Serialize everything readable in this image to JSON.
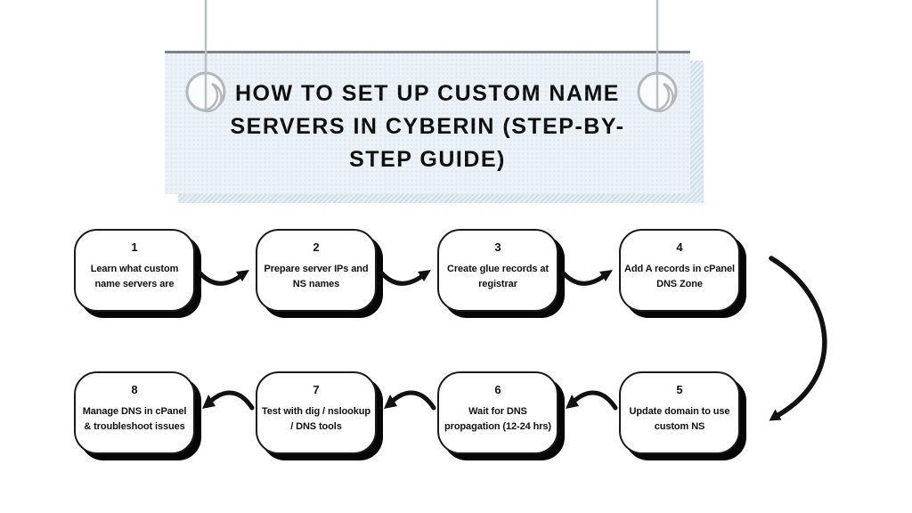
{
  "banner": {
    "title": "HOW TO SET UP CUSTOM NAME\nSERVERS IN CYBERIN (STEP-BY-\nSTEP GUIDE)"
  },
  "flow": {
    "steps": [
      {
        "number": "1",
        "label": "Learn what custom\nname servers are"
      },
      {
        "number": "2",
        "label": "Prepare server IPs and\nNS names"
      },
      {
        "number": "3",
        "label": "Create glue records at\nregistrar"
      },
      {
        "number": "4",
        "label": "Add A records in cPanel\nDNS Zone"
      },
      {
        "number": "5",
        "label": "Update domain to use\ncustom NS"
      },
      {
        "number": "6",
        "label": "Wait for DNS\npropagation (12-24 hrs)"
      },
      {
        "number": "7",
        "label": "Test with dig / nslookup\n/ DNS tools"
      },
      {
        "number": "8",
        "label": "Manage DNS in cPanel\n& troubleshoot issues"
      }
    ]
  },
  "icons": {
    "hanging_ring_left": "ring-icon",
    "hanging_ring_right": "ring-icon",
    "arrows": [
      "arrow-right",
      "arrow-right",
      "arrow-right",
      "arrow-curve-down",
      "arrow-left",
      "arrow-left",
      "arrow-left"
    ]
  },
  "colors": {
    "page_bg": "#ffffff",
    "banner_bg": "#ebf3f8",
    "banner_backing_bg": "#e4edf2",
    "banner_top_border": "#7d8286",
    "title_text": "#0b0b0b",
    "box_bg": "#ffffff",
    "box_border": "#1a1a1a",
    "box_shadow": "#060606",
    "arrow": "#111111",
    "string": "#bcc0c2",
    "ring": "#b5b8ba"
  }
}
